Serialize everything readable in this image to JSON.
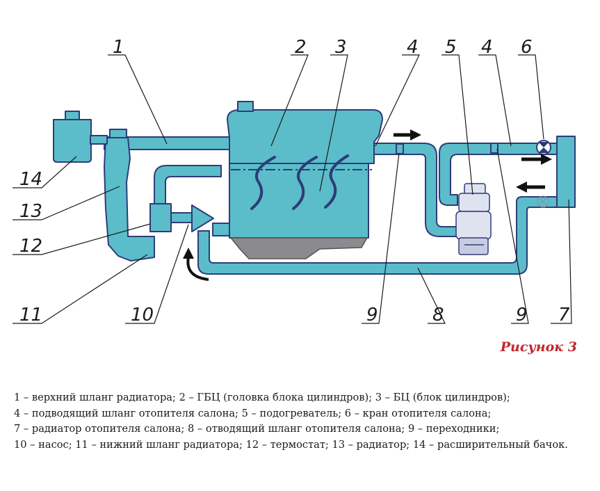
{
  "figure_title": "Рисунок 3",
  "callouts": [
    "1",
    "2",
    "3",
    "4",
    "5",
    "4",
    "6",
    "14",
    "13",
    "12",
    "11",
    "10",
    "9",
    "8",
    "9",
    "7"
  ],
  "legend_lines": [
    "1 – верхний шланг радиатора; 2 – ГБЦ (головка блока цилиндров); 3 – БЦ (блок цилиндров);",
    "4 – подводящий шланг отопителя салона; 5 – подогреватель; 6 – кран отопителя салона;",
    "7 – радиатор отопителя салона; 8 – отводящий шланг отопителя салона; 9 – переходники;",
    "10 – насос; 11 – нижний шланг радиатора; 12 – термостат; 13 – радиатор; 14 – расширительный бачок."
  ],
  "colors": {
    "coolant": "#5bbdc9",
    "outline": "#2e3b7a",
    "engine_grey": "#8a8a8f",
    "arrow": "#111111",
    "title": "#c4262e"
  }
}
